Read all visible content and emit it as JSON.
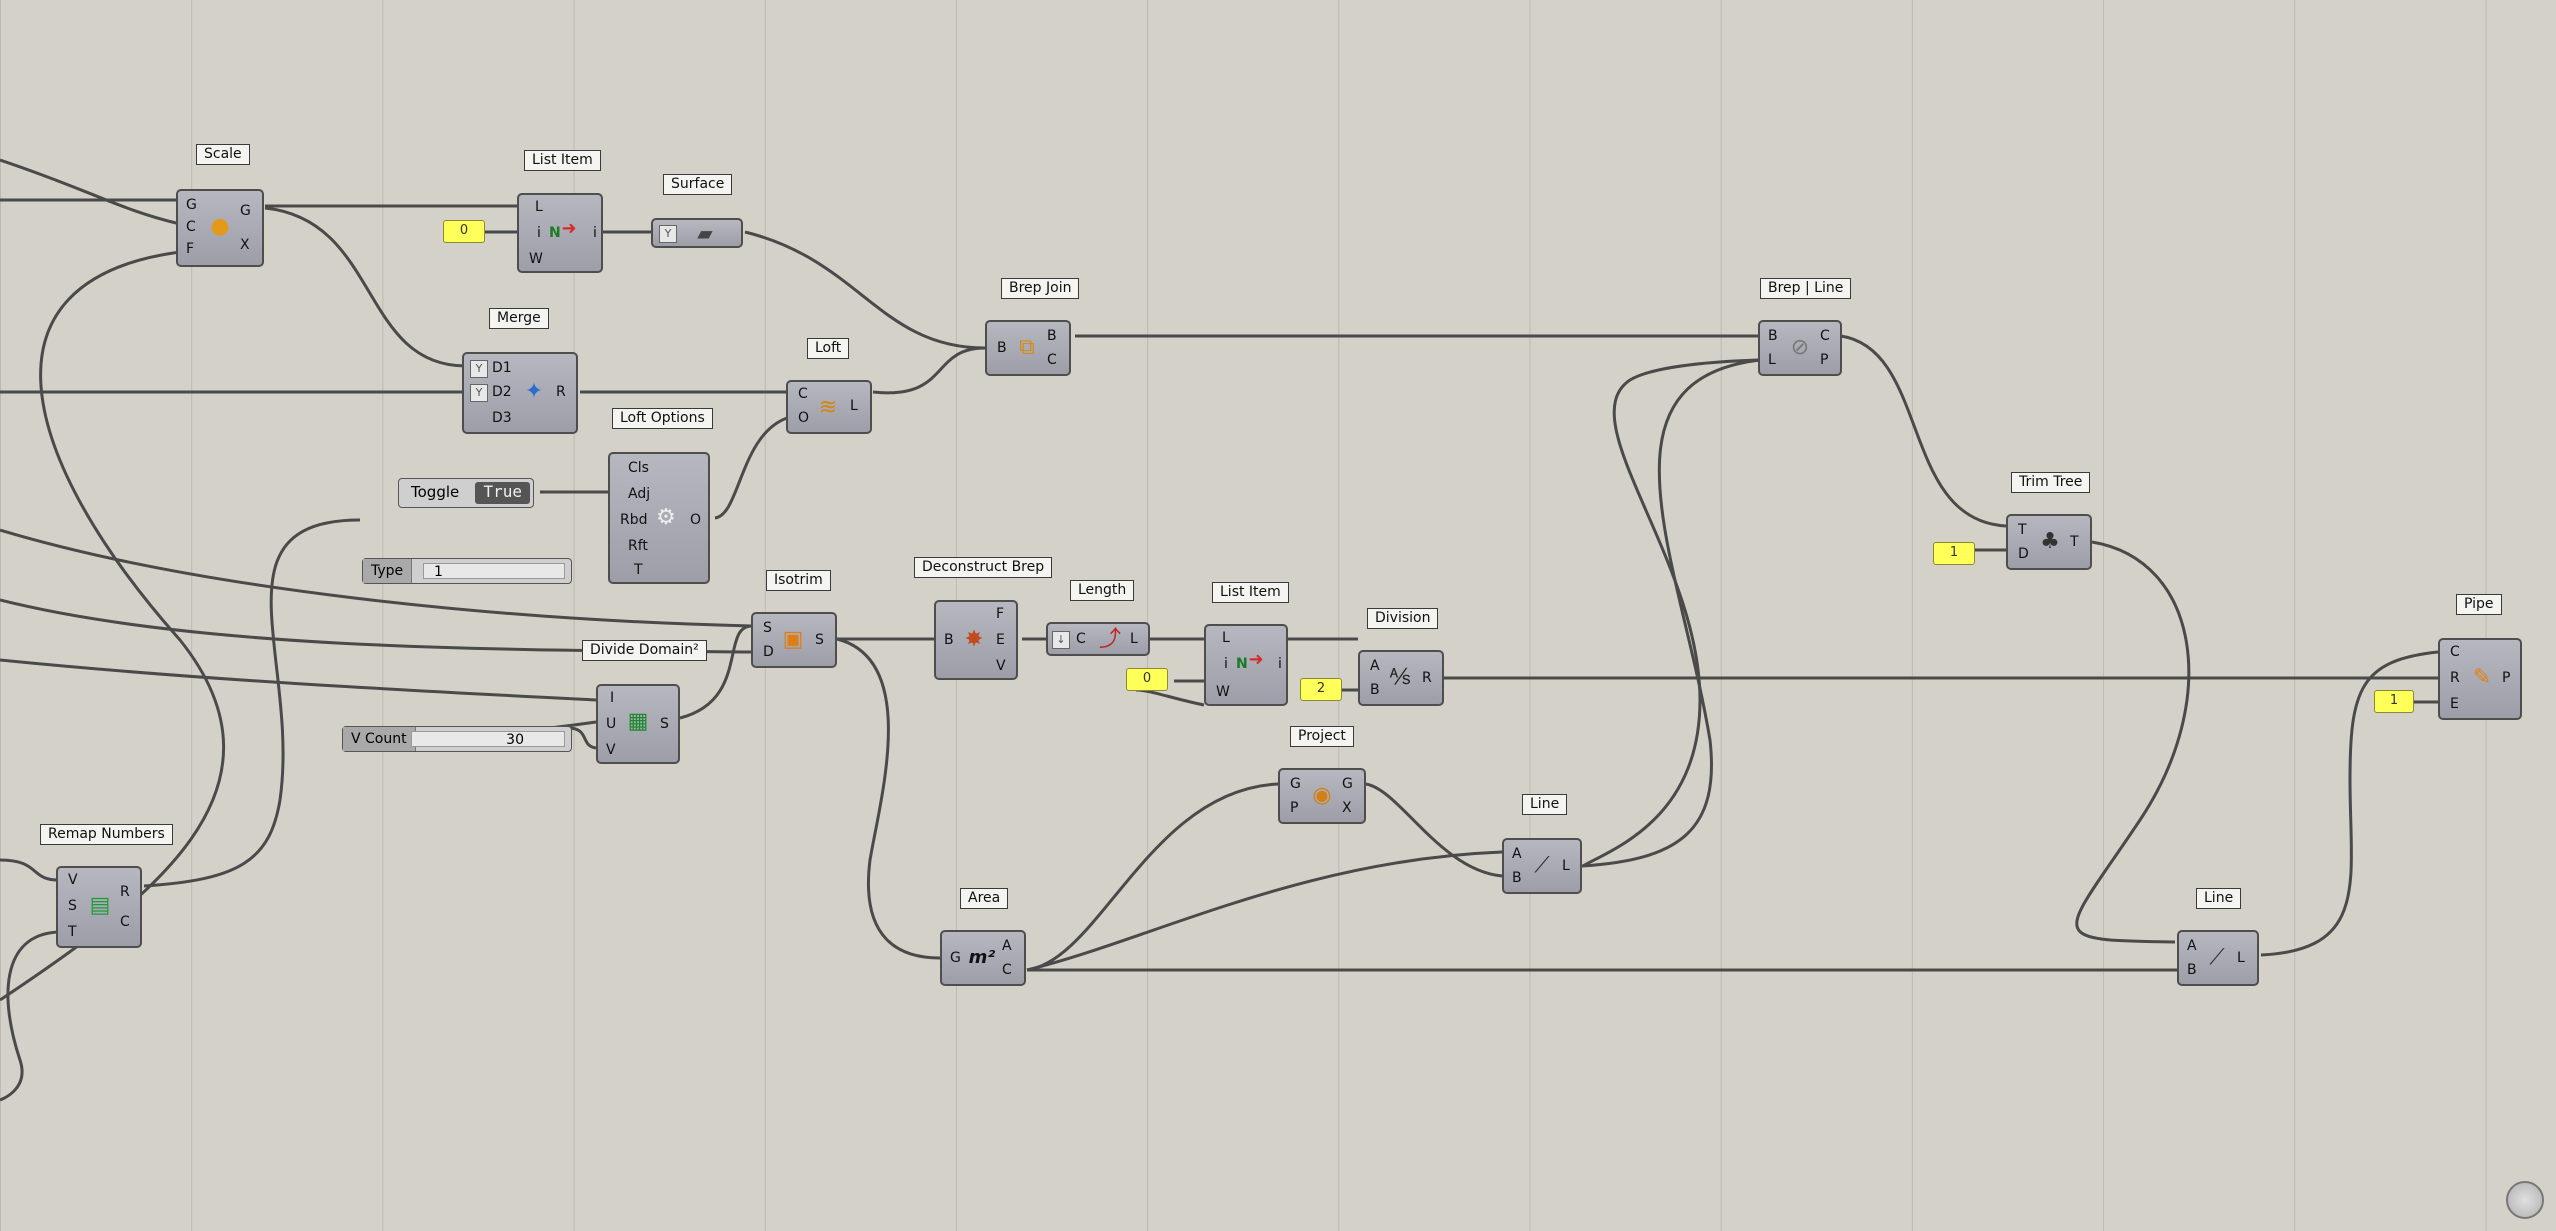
{
  "canvas": {
    "title": "Grasshopper canvas"
  },
  "components": {
    "scale": {
      "label": "Scale",
      "in": [
        "G",
        "C",
        "F"
      ],
      "out": [
        "G",
        "X"
      ]
    },
    "list_item_1": {
      "label": "List Item",
      "in": [
        "L",
        "i",
        "W"
      ],
      "out": [
        "i"
      ],
      "mid": "N"
    },
    "surface": {
      "label": "Surface"
    },
    "merge": {
      "label": "Merge",
      "in": [
        "D1",
        "D2",
        "D3"
      ],
      "out": [
        "R"
      ]
    },
    "loft": {
      "label": "Loft",
      "in": [
        "C",
        "O"
      ],
      "out": [
        "L"
      ]
    },
    "loft_options": {
      "label": "Loft Options",
      "in": [
        "Cls",
        "Adj",
        "Rbd",
        "Rft",
        "T"
      ],
      "out": [
        "O"
      ]
    },
    "brep_join": {
      "label": "Brep Join",
      "in": [
        "B"
      ],
      "out": [
        "B",
        "C"
      ]
    },
    "brep_line": {
      "label": "Brep | Line",
      "in": [
        "B",
        "L"
      ],
      "out": [
        "C",
        "P"
      ]
    },
    "trim_tree": {
      "label": "Trim Tree",
      "in": [
        "T",
        "D"
      ],
      "out": [
        "T"
      ]
    },
    "isotrim": {
      "label": "Isotrim",
      "in": [
        "S",
        "D"
      ],
      "out": [
        "S"
      ]
    },
    "deconstruct_brep": {
      "label": "Deconstruct Brep",
      "in": [
        "B"
      ],
      "out": [
        "F",
        "E",
        "V"
      ]
    },
    "length": {
      "label": "Length",
      "in": [
        "C"
      ],
      "out": [
        "L"
      ]
    },
    "list_item_2": {
      "label": "List Item",
      "in": [
        "L",
        "i",
        "W"
      ],
      "out": [
        "i"
      ],
      "mid": "N"
    },
    "division": {
      "label": "Division",
      "in": [
        "A",
        "B"
      ],
      "out": [
        "R"
      ]
    },
    "pipe": {
      "label": "Pipe",
      "in": [
        "C",
        "R",
        "E"
      ],
      "out": [
        "P"
      ]
    },
    "divide_domain": {
      "label": "Divide Domain²",
      "in": [
        "I",
        "U",
        "V"
      ],
      "out": [
        "S"
      ]
    },
    "project": {
      "label": "Project",
      "in": [
        "G",
        "P"
      ],
      "out": [
        "G",
        "X"
      ]
    },
    "line_1": {
      "label": "Line",
      "in": [
        "A",
        "B"
      ],
      "out": [
        "L"
      ]
    },
    "area": {
      "label": "Area",
      "in": [
        "G"
      ],
      "out": [
        "A",
        "C"
      ]
    },
    "line_2": {
      "label": "Line",
      "in": [
        "A",
        "B"
      ],
      "out": [
        "L"
      ]
    },
    "remap_numbers": {
      "label": "Remap Numbers",
      "in": [
        "V",
        "S",
        "T"
      ],
      "out": [
        "R",
        "C"
      ]
    }
  },
  "panels": {
    "list_index_1": "0",
    "list_index_2": "0",
    "division_b": "2",
    "trim_depth": "1",
    "pipe_radius": "1"
  },
  "sliders": {
    "type": {
      "label": "Type",
      "value": "1"
    },
    "v_count": {
      "label": "V Count",
      "value": "30"
    }
  },
  "toggle": {
    "label": "Toggle",
    "value": "True"
  },
  "colors": {
    "canvas": "#d4d1c9",
    "component": "#a7a8b1",
    "panel": "#ffff5a",
    "wire": "#4a4a4a"
  }
}
